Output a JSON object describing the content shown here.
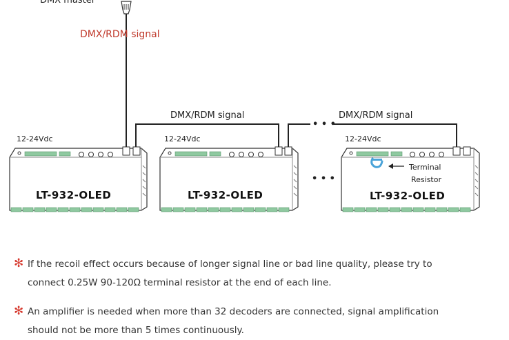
{
  "diagram": {
    "top_cropped_text": "DMX master",
    "incoming_signal_label": "DMX/RDM signal",
    "link_signal_label_1": "DMX/RDM signal",
    "link_signal_label_2": "DMX/RDM signal",
    "continuation_dots": "• • •",
    "devices": [
      {
        "model": "LT-932-OLED",
        "power": "12-24Vdc"
      },
      {
        "model": "LT-932-OLED",
        "power": "12-24Vdc"
      },
      {
        "model": "LT-932-OLED",
        "power": "12-24Vdc"
      }
    ],
    "terminal_resistor_label_line1": "Terminal",
    "terminal_resistor_label_line2": "Resistor",
    "colors": {
      "signal_label": "#c0392b",
      "note_star": "#d63a2f",
      "terminal_green": "#8fc9a0",
      "resistor_blue": "#4aa3d8"
    }
  },
  "notes": [
    {
      "star": "✻",
      "line1": "If the recoil effect occurs because of longer signal line or bad line quality, please try to",
      "line2": "connect 0.25W 90-120Ω terminal resistor at the end of each line."
    },
    {
      "star": "✻",
      "line1": "An amplifier is needed when more than 32 decoders are connected, signal amplification",
      "line2": "should not be more than 5 times continuously."
    }
  ]
}
